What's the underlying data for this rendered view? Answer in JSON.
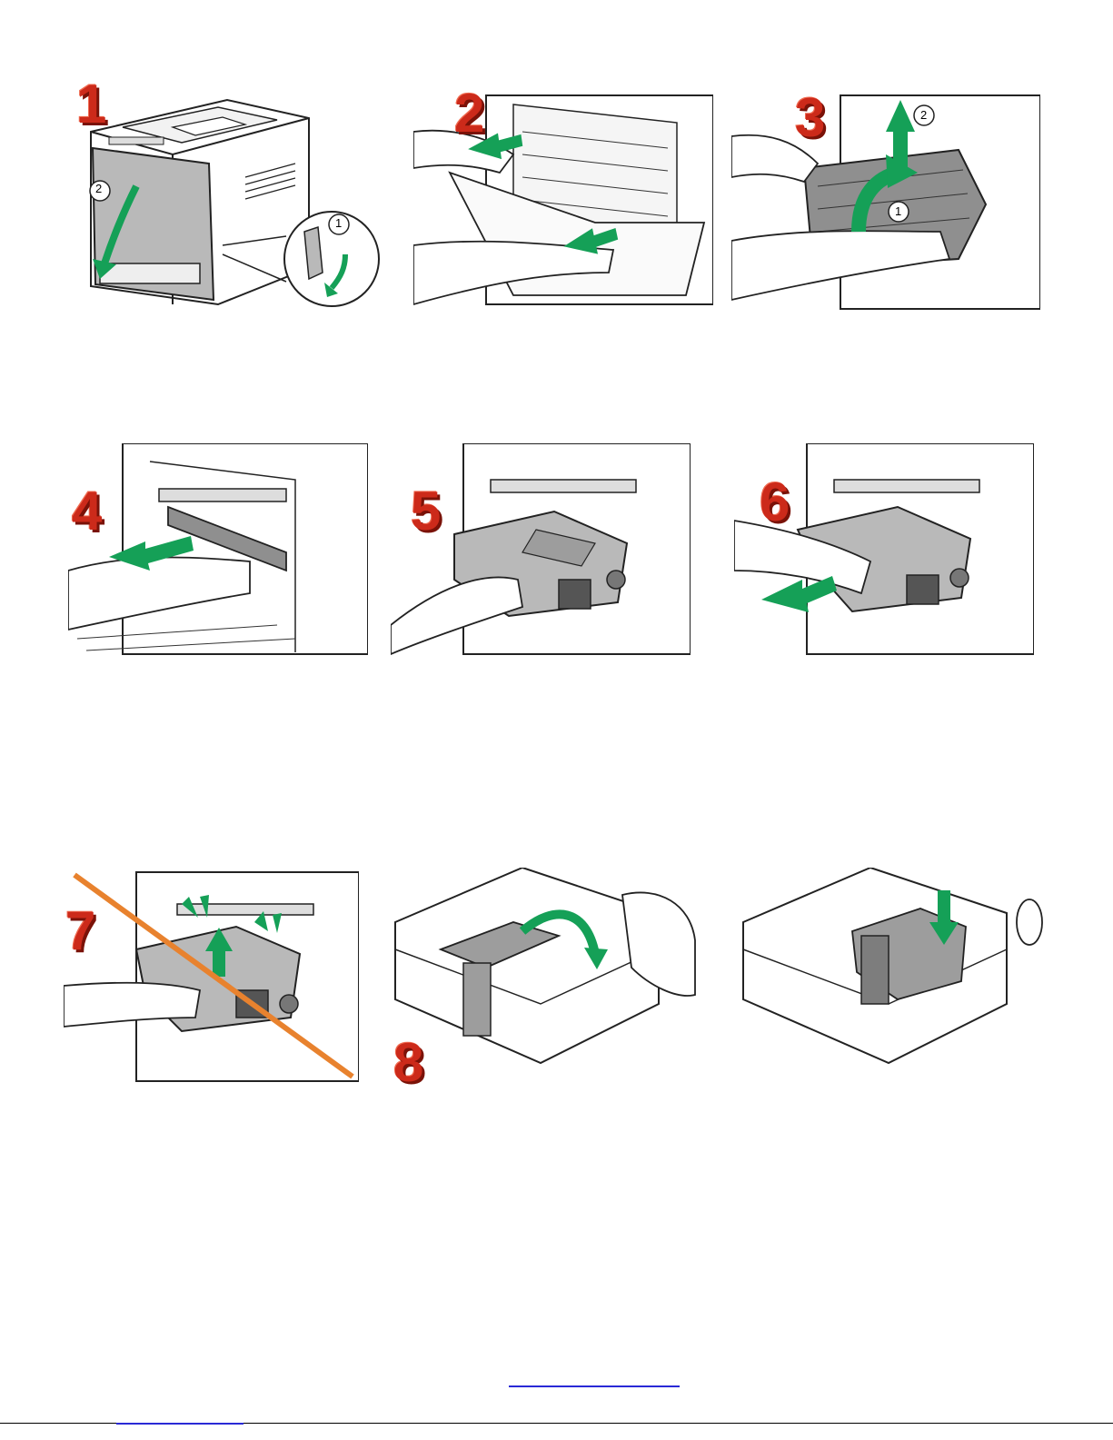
{
  "steps": [
    {
      "label": "1"
    },
    {
      "label": "2"
    },
    {
      "label": "3"
    },
    {
      "label": "4"
    },
    {
      "label": "5"
    },
    {
      "label": "6"
    },
    {
      "label": "7"
    },
    {
      "label": "8"
    },
    {
      "label": ""
    }
  ],
  "callouts": {
    "circle_1": "1",
    "circle_2": "2"
  },
  "colors": {
    "arrow": "#15a057",
    "step_number": "#cc2a1a",
    "strike": "#e8822e",
    "link": "#2a2ad6",
    "part_gray": "#b9b9b9"
  },
  "icons": [
    "printer-illustration",
    "green-arrow",
    "hand-illustration",
    "waste-toner-bottle",
    "strike-line"
  ]
}
